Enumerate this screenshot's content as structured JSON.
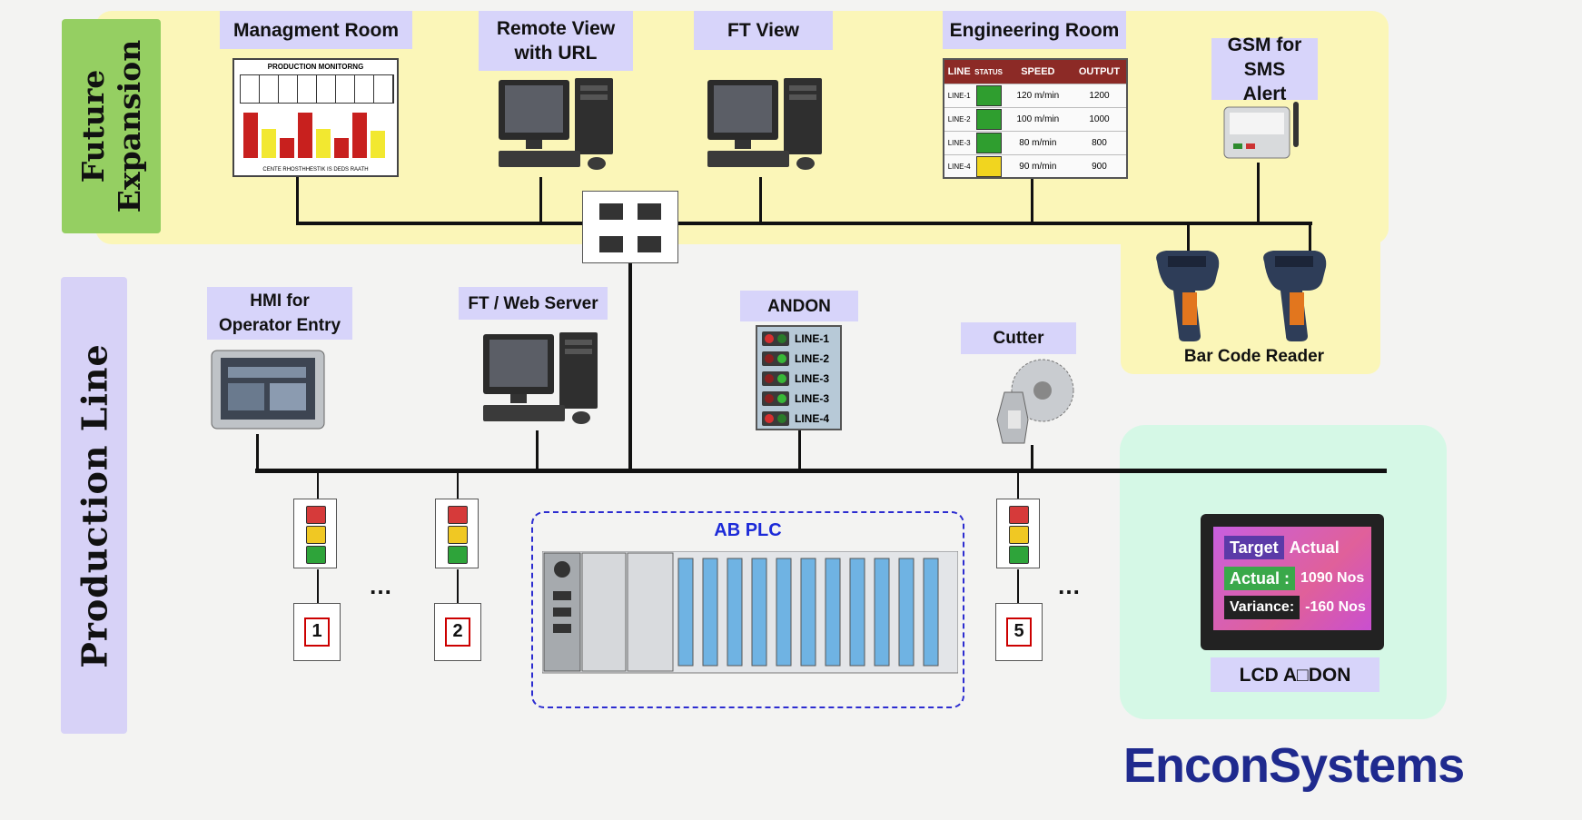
{
  "sections": {
    "future_expansion": "Future Expansion",
    "production_line": "Production Line"
  },
  "labels": {
    "management_room": "Managment Room",
    "remote_view": "Remote View with URL",
    "ft_view": "FT View",
    "engineering_room": "Engineering Room",
    "gsm": "GSM for SMS Alert",
    "bar_code_reader": "Bar Code Reader",
    "hmi": "HMI for Operator Entry",
    "web_server": "FT / Web Server",
    "andon": "ANDON",
    "cutter": "Cutter",
    "ab_plc": "AB PLC",
    "lcd_andon": "LCD A□DON"
  },
  "management_panel": {
    "title": "PRODUCTION MONITORNG",
    "footer": "CENTE RHOSTHHESTIK IS DEDS RAATH"
  },
  "engineering_table": {
    "headers": [
      "LINE",
      "STATUS",
      "SPEED",
      "OUTPUT"
    ],
    "rows": [
      {
        "line": "LINE-1",
        "speed": "120 m/min",
        "output": "1200",
        "status_color": "#2f9e2f"
      },
      {
        "line": "LINE-2",
        "speed": "100 m/min",
        "output": "1000",
        "status_color": "#2f9e2f"
      },
      {
        "line": "LINE-3",
        "speed": "80 m/min",
        "output": "800",
        "status_color": "#2f9e2f"
      },
      {
        "line": "LINE-4",
        "speed": "90 m/min",
        "output": "900",
        "status_color": "#f1d51f"
      }
    ]
  },
  "andon_panel": {
    "items": [
      "LINE-1",
      "LINE-2",
      "LINE-3",
      "LINE-3",
      "LINE-4"
    ]
  },
  "stations": [
    "1",
    "2",
    "5"
  ],
  "ellipsis": "…",
  "lcd": {
    "target_label": "Target",
    "target_value": "Actual",
    "actual_label": "Actual :",
    "actual_value": "1090 Nos",
    "variance_label": "Variance:",
    "variance_value": "-160 Nos"
  },
  "brand": "EnconSystems",
  "colors": {
    "future_zone": "#fbf6b8",
    "future_side": "#95cf62",
    "production_side": "#d7d2f7",
    "label_bg": "#d7d4fa",
    "lcd_zone": "#d5f8e6",
    "plc_border": "#2c2cd0",
    "brand": "#1f2a8e"
  }
}
